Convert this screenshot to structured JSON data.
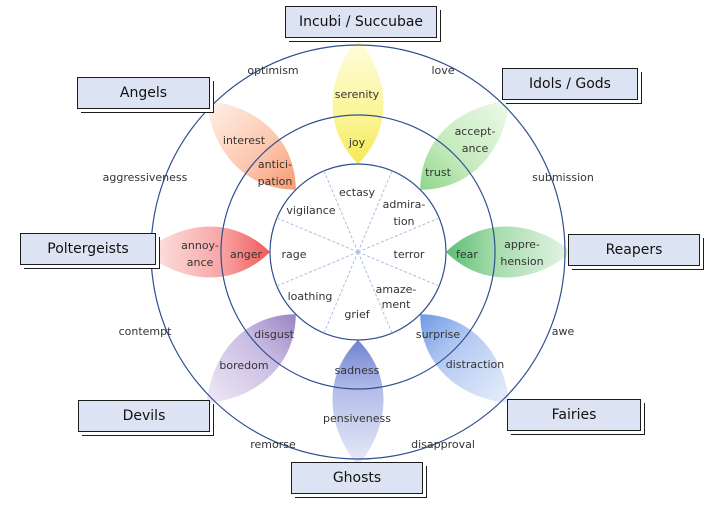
{
  "colors": {
    "ring_stroke": "#2f4f8f",
    "spoke": "#a9bfe0",
    "box_fill": "#dce4f3",
    "petal_yellow": "#f8f078",
    "petal_green": "#8fd68a",
    "petal_teal": "#5cbf72",
    "petal_blue": "#6f9ae6",
    "petal_indigo": "#6f83cf",
    "petal_purple": "#9a84c4",
    "petal_red": "#f05a5a",
    "petal_orange": "#f99a72"
  },
  "boxes": {
    "top": "Incubi / Succubae",
    "top_right": "Idols / Gods",
    "right": "Reapers",
    "bottom_right": "Fairies",
    "bottom": "Ghosts",
    "bottom_left": "Devils",
    "left": "Poltergeists",
    "top_left": "Angels"
  },
  "dyads": {
    "optimism": "optimism",
    "love": "love",
    "submission": "submission",
    "awe": "awe",
    "disapproval": "disapproval",
    "remorse": "remorse",
    "contempt": "contempt",
    "aggressiveness": "aggressiveness"
  },
  "emotions": {
    "serenity": "serenity",
    "joy": "joy",
    "ecstasy": "ectasy",
    "acceptance_1": "accept-",
    "acceptance_2": "ance",
    "trust": "trust",
    "admiration_1": "admira-",
    "admiration_2": "tion",
    "apprehension_1": "appre-",
    "apprehension_2": "hension",
    "fear": "fear",
    "terror": "terror",
    "distraction": "distraction",
    "surprise": "surprise",
    "amazement_1": "amaze-",
    "amazement_2": "ment",
    "pensiveness": "pensiveness",
    "sadness": "sadness",
    "grief": "grief",
    "boredom": "boredom",
    "disgust": "disgust",
    "loathing": "loathing",
    "annoyance_1": "annoy-",
    "annoyance_2": "ance",
    "anger": "anger",
    "rage": "rage",
    "interest": "interest",
    "anticipation_1": "antici-",
    "anticipation_2": "pation",
    "vigilance": "vigilance"
  }
}
